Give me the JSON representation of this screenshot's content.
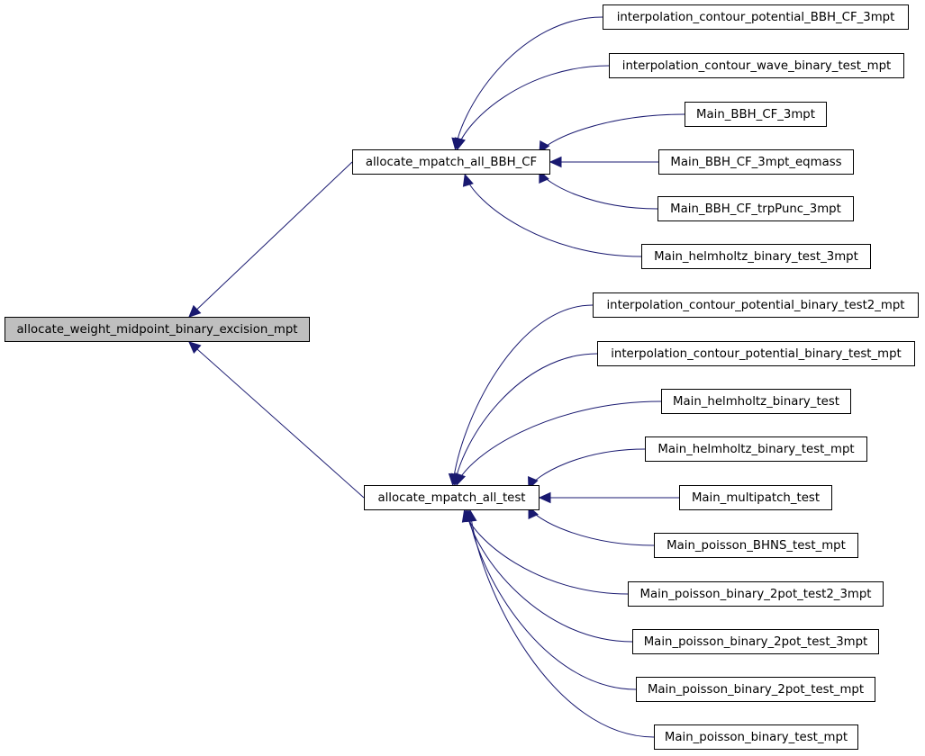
{
  "graph": {
    "colors": {
      "edge": "#191970",
      "root_fill": "#bfbfbf",
      "node_fill": "#ffffff",
      "border": "#000000"
    },
    "root": {
      "id": "root",
      "label": "allocate_weight_midpoint_binary_excision_mpt"
    },
    "nodes": [
      {
        "id": "bbh",
        "label": "allocate_mpatch_all_BBH_CF"
      },
      {
        "id": "test",
        "label": "allocate_mpatch_all_test"
      },
      {
        "id": "c1",
        "label": "interpolation_contour_potential_BBH_CF_3mpt"
      },
      {
        "id": "c2",
        "label": "interpolation_contour_wave_binary_test_mpt"
      },
      {
        "id": "c3",
        "label": "Main_BBH_CF_3mpt"
      },
      {
        "id": "c4",
        "label": "Main_BBH_CF_3mpt_eqmass"
      },
      {
        "id": "c5",
        "label": "Main_BBH_CF_trpPunc_3mpt"
      },
      {
        "id": "c6",
        "label": "Main_helmholtz_binary_test_3mpt"
      },
      {
        "id": "t1",
        "label": "interpolation_contour_potential_binary_test2_mpt"
      },
      {
        "id": "t2",
        "label": "interpolation_contour_potential_binary_test_mpt"
      },
      {
        "id": "t3",
        "label": "Main_helmholtz_binary_test"
      },
      {
        "id": "t4",
        "label": "Main_helmholtz_binary_test_mpt"
      },
      {
        "id": "t5",
        "label": "Main_multipatch_test"
      },
      {
        "id": "t6",
        "label": "Main_poisson_BHNS_test_mpt"
      },
      {
        "id": "t7",
        "label": "Main_poisson_binary_2pot_test2_3mpt"
      },
      {
        "id": "t8",
        "label": "Main_poisson_binary_2pot_test_3mpt"
      },
      {
        "id": "t9",
        "label": "Main_poisson_binary_2pot_test_mpt"
      },
      {
        "id": "t10",
        "label": "Main_poisson_binary_test_mpt"
      }
    ],
    "edges": [
      {
        "from": "bbh",
        "to": "root"
      },
      {
        "from": "test",
        "to": "root"
      },
      {
        "from": "c1",
        "to": "bbh"
      },
      {
        "from": "c2",
        "to": "bbh"
      },
      {
        "from": "c3",
        "to": "bbh"
      },
      {
        "from": "c4",
        "to": "bbh"
      },
      {
        "from": "c5",
        "to": "bbh"
      },
      {
        "from": "c6",
        "to": "bbh"
      },
      {
        "from": "t1",
        "to": "test"
      },
      {
        "from": "t2",
        "to": "test"
      },
      {
        "from": "t3",
        "to": "test"
      },
      {
        "from": "t4",
        "to": "test"
      },
      {
        "from": "t5",
        "to": "test"
      },
      {
        "from": "t6",
        "to": "test"
      },
      {
        "from": "t7",
        "to": "test"
      },
      {
        "from": "t8",
        "to": "test"
      },
      {
        "from": "t9",
        "to": "test"
      },
      {
        "from": "t10",
        "to": "test"
      }
    ]
  }
}
